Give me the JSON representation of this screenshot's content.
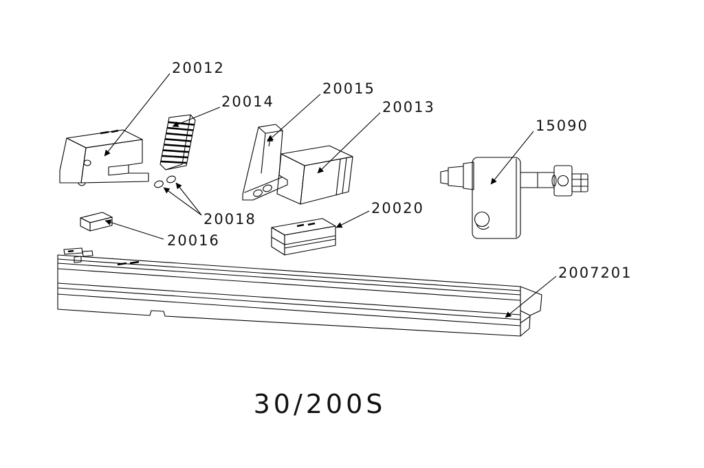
{
  "diagram": {
    "title": "30/200S",
    "part_labels": {
      "p20012": "20012",
      "p20014": "20014",
      "p20015": "20015",
      "p20013": "20013",
      "p15090": "15090",
      "p20018": "20018",
      "p20016": "20016",
      "p20020": "20020",
      "p2007201": "2007201"
    },
    "colors": {
      "line": "#000000",
      "background": "#ffffff"
    }
  }
}
